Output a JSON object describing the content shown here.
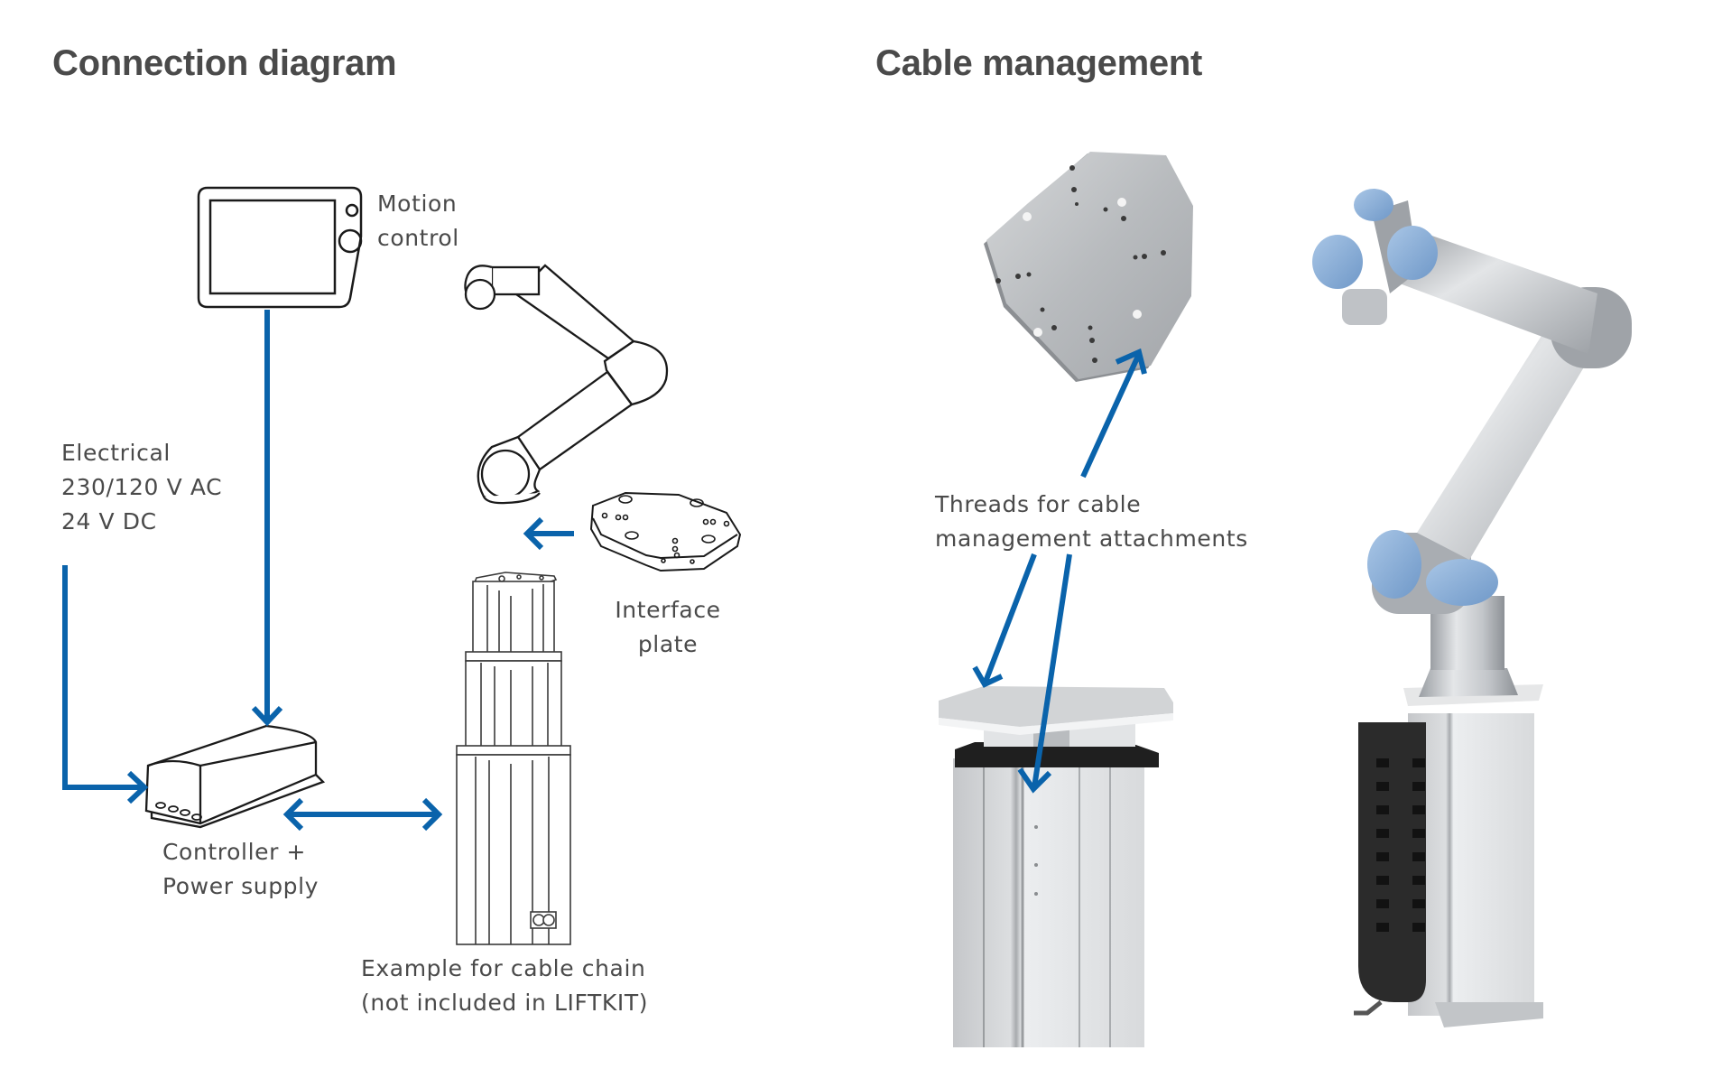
{
  "colors": {
    "arrow": "#0a63ab",
    "title_text": "#4a4a4a",
    "body_text": "#4a4a4a",
    "line_art": "#1a1a1a",
    "robot_joint_cap": "#8fb3d9",
    "metal": "#c9ccd0",
    "cable_chain": "#2b2b2b"
  },
  "left_section": {
    "title": "Connection diagram",
    "labels": {
      "motion_control": [
        "Motion",
        "control"
      ],
      "electrical": [
        "Electrical",
        "230/120 V AC",
        "24 V DC"
      ],
      "controller": [
        "Controller +",
        "Power supply"
      ],
      "interface_plate": [
        "Interface",
        "plate"
      ],
      "cable_chain_example": [
        "Example for cable chain",
        "(not included in LIFTKIT)"
      ]
    },
    "components": [
      "motion-control-pendant",
      "robot-arm-outline",
      "interface-plate-outline",
      "lift-column-outline",
      "controller-box-outline"
    ],
    "connections": [
      {
        "from": "motion control",
        "to": "controller",
        "type": "single-arrow"
      },
      {
        "from": "electrical supply",
        "to": "controller",
        "type": "single-arrow"
      },
      {
        "from": "controller",
        "to": "lift column",
        "type": "double-arrow"
      },
      {
        "from": "interface plate",
        "to": "robot arm",
        "type": "single-arrow"
      }
    ]
  },
  "right_section": {
    "title": "Cable management",
    "labels": {
      "threads": [
        "Threads for cable",
        "management attachments"
      ]
    },
    "components": [
      "interface-plate-photo",
      "lift-column-photo",
      "robot-on-lift-with-cable-chain-photo"
    ]
  }
}
